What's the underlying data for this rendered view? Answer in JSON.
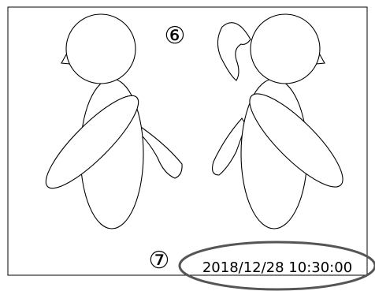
{
  "labels": {
    "six": "⑥",
    "seven": "⑦"
  },
  "timestamp": "2018/12/28 10:30:00",
  "colors": {
    "stroke": "#000000",
    "timestamp_ellipse": "#555555",
    "background": "#ffffff"
  },
  "figures": [
    {
      "name": "left-figure"
    },
    {
      "name": "right-figure-ponytail"
    }
  ]
}
